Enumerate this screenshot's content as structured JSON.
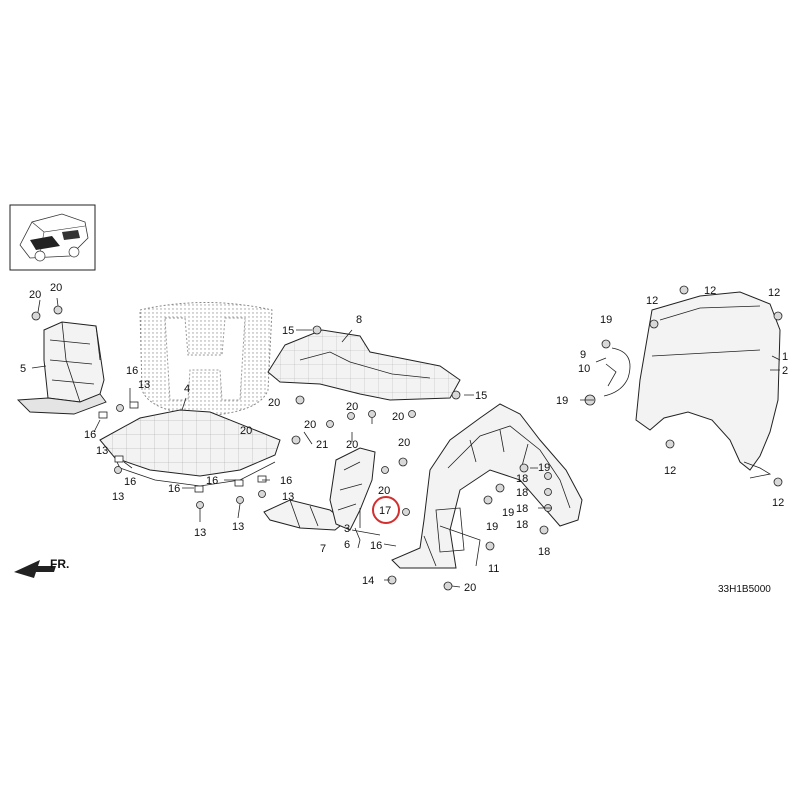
{
  "diagram_code": "33H1B5000",
  "direction_label": "FR.",
  "highlight_color": "#d32f2f",
  "callouts": [
    {
      "id": "c20a",
      "text": "20"
    },
    {
      "id": "c20b",
      "text": "20"
    },
    {
      "id": "c5",
      "text": "5"
    },
    {
      "id": "c8",
      "text": "8"
    },
    {
      "id": "c15a",
      "text": "15"
    },
    {
      "id": "c15b",
      "text": "15"
    },
    {
      "id": "c4",
      "text": "4"
    },
    {
      "id": "c16a",
      "text": "16"
    },
    {
      "id": "c13a",
      "text": "13"
    },
    {
      "id": "c16b",
      "text": "16"
    },
    {
      "id": "c13b",
      "text": "13"
    },
    {
      "id": "c13c",
      "text": "13"
    },
    {
      "id": "c16c",
      "text": "16"
    },
    {
      "id": "c16d",
      "text": "16"
    },
    {
      "id": "c16e",
      "text": "16"
    },
    {
      "id": "c16f",
      "text": "16"
    },
    {
      "id": "c13d",
      "text": "13"
    },
    {
      "id": "c13e",
      "text": "13"
    },
    {
      "id": "c13f",
      "text": "13"
    },
    {
      "id": "c20c",
      "text": "20"
    },
    {
      "id": "c20d",
      "text": "20"
    },
    {
      "id": "c20e",
      "text": "20"
    },
    {
      "id": "c20f",
      "text": "20"
    },
    {
      "id": "c20g",
      "text": "20"
    },
    {
      "id": "c21",
      "text": "21"
    },
    {
      "id": "c20h",
      "text": "20"
    },
    {
      "id": "c20i",
      "text": "20"
    },
    {
      "id": "c20j",
      "text": "20"
    },
    {
      "id": "c7",
      "text": "7"
    },
    {
      "id": "c3",
      "text": "3"
    },
    {
      "id": "c6",
      "text": "6"
    },
    {
      "id": "c16g",
      "text": "16"
    },
    {
      "id": "c17",
      "text": "17"
    },
    {
      "id": "c14",
      "text": "14"
    },
    {
      "id": "c20k",
      "text": "20"
    },
    {
      "id": "c11",
      "text": "11"
    },
    {
      "id": "c19a",
      "text": "19"
    },
    {
      "id": "c18a",
      "text": "18"
    },
    {
      "id": "c19b",
      "text": "19"
    },
    {
      "id": "c19c",
      "text": "19"
    },
    {
      "id": "c18b",
      "text": "18"
    },
    {
      "id": "c18c",
      "text": "18"
    },
    {
      "id": "c18d",
      "text": "18"
    },
    {
      "id": "c18e",
      "text": "18"
    },
    {
      "id": "c12a",
      "text": "12"
    },
    {
      "id": "c12b",
      "text": "12"
    },
    {
      "id": "c12c",
      "text": "12"
    },
    {
      "id": "c12d",
      "text": "12"
    },
    {
      "id": "c12e",
      "text": "12"
    },
    {
      "id": "c1",
      "text": "1"
    },
    {
      "id": "c2",
      "text": "2"
    },
    {
      "id": "c9",
      "text": "9"
    },
    {
      "id": "c10",
      "text": "10"
    },
    {
      "id": "c19d",
      "text": "19"
    },
    {
      "id": "c19e",
      "text": "19"
    }
  ]
}
